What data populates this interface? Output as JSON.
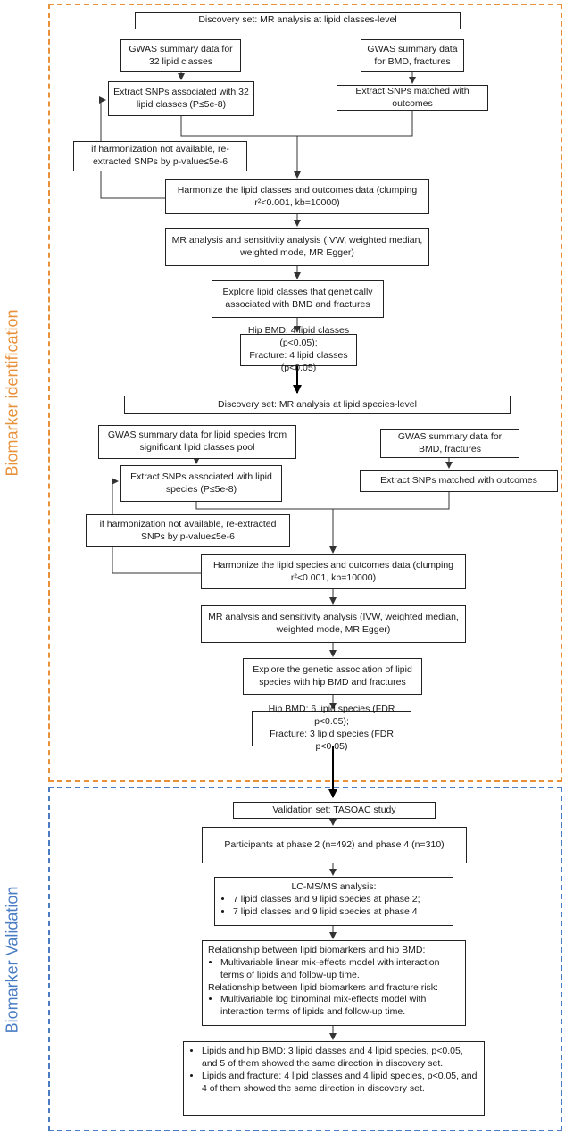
{
  "sections": {
    "identification_label": "Biomarker identification",
    "validation_label": "Biomarker Validation"
  },
  "classes_phase": {
    "header": "Discovery set: MR analysis at lipid classes-level",
    "gwas_lipid": "GWAS summary data for 32 lipid classes",
    "gwas_outcome": "GWAS summary data for BMD, fractures",
    "extract_lipid": "Extract SNPs associated with 32 lipid classes (P≤5e-8)",
    "extract_outcome": "Extract SNPs matched with outcomes",
    "re_extract": "if harmonization not available, re-extracted SNPs by p-value≤5e-6",
    "harmonize": "Harmonize the lipid classes and outcomes data (clumping r²<0.001, kb=10000)",
    "mr_analysis": "MR analysis and sensitivity analysis (IVW, weighted median, weighted mode, MR Egger)",
    "explore": "Explore lipid classes that genetically associated with BMD and fractures",
    "result_line1": "Hip BMD: 4 lipid classes (p<0.05);",
    "result_line2": "Fracture: 4 lipid classes (p<0.05)"
  },
  "species_phase": {
    "header": "Discovery set: MR analysis at lipid species-level",
    "gwas_lipid": "GWAS summary data for lipid species from significant lipid classes pool",
    "gwas_outcome": "GWAS summary data for BMD, fractures",
    "extract_lipid": "Extract SNPs associated with lipid species (P≤5e-8)",
    "extract_outcome": "Extract SNPs matched with outcomes",
    "re_extract": "if harmonization not available, re-extracted SNPs by p-value≤5e-6",
    "harmonize": "Harmonize the lipid species and outcomes data (clumping r²<0.001, kb=10000)",
    "mr_analysis": "MR analysis and sensitivity analysis (IVW, weighted median, weighted mode, MR Egger)",
    "explore": "Explore the genetic association of lipid species with hip BMD and fractures",
    "result_line1": "Hip BMD: 6 lipid species (FDR p<0.05);",
    "result_line2": "Fracture: 3 lipid species (FDR p<0.05)"
  },
  "validation_phase": {
    "header": "Validation set: TASOAC study",
    "participants": "Participants at phase 2 (n=492) and phase 4 (n=310)",
    "lcms_title": "LC-MS/MS analysis:",
    "lcms_items": [
      "7 lipid classes and 9 lipid species at phase 2;",
      "7 lipid classes and 9 lipid species at phase 4"
    ],
    "rel_bmd_title": "Relationship between lipid biomarkers and hip BMD:",
    "rel_bmd_item": "Multivariable linear mix-effects model with interaction terms of lipids and follow-up time.",
    "rel_frac_title": "Relationship between lipid biomarkers and fracture risk:",
    "rel_frac_item": "Multivariable log binominal mix-effects model with interaction terms of lipids and follow-up time.",
    "final_items": [
      "Lipids and hip BMD: 3 lipid classes and 4 lipid species, p<0.05, and 5 of them showed the same direction in discovery set.",
      "Lipids and fracture: 4 lipid classes and 4 lipid species, p<0.05, and 4 of them showed the same direction in discovery set."
    ]
  },
  "colors": {
    "identification": "#e8913a",
    "validation": "#4a7cc4",
    "box_border": "#222222",
    "connector": "#333333"
  }
}
